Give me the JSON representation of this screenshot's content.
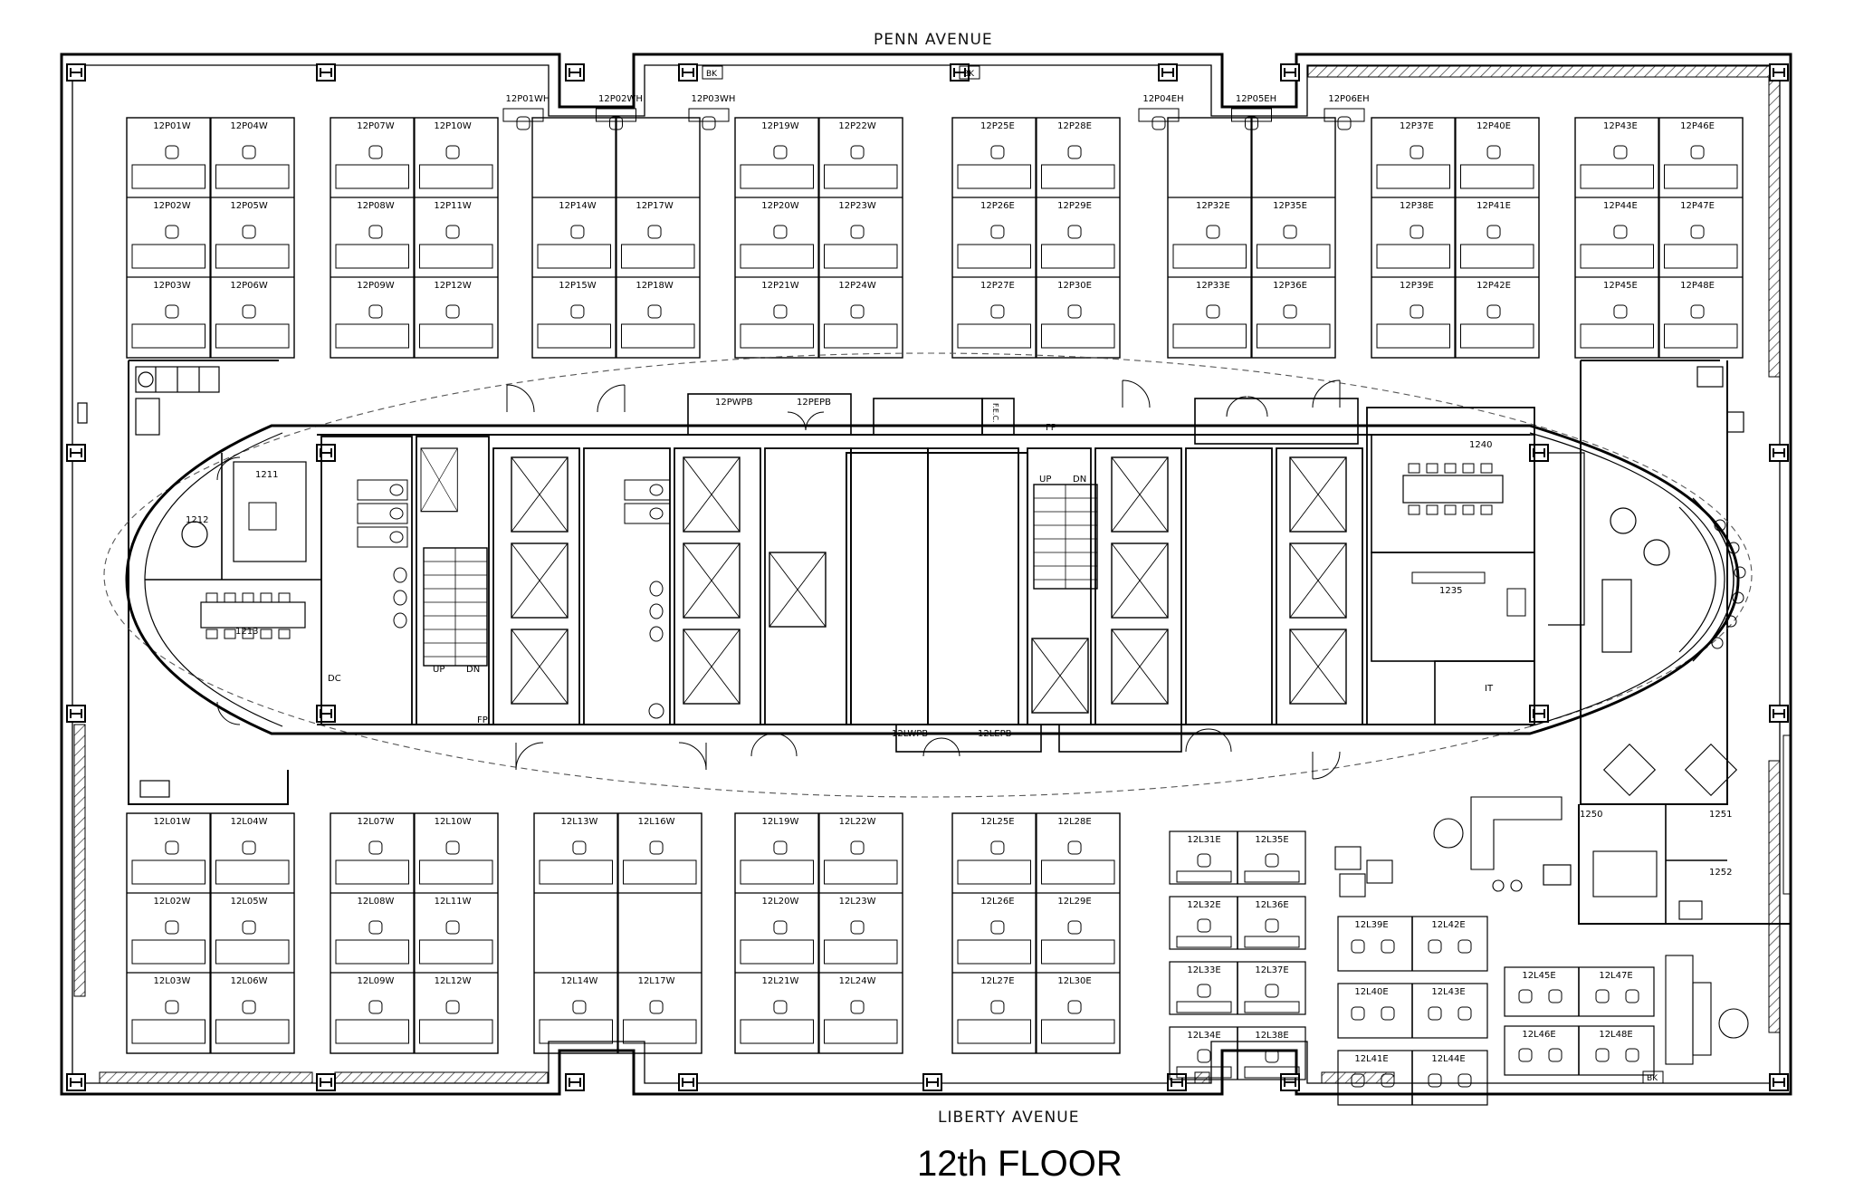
{
  "title": "12th FLOOR",
  "streets": {
    "north": "PENN AVENUE",
    "south": "LIBERTY AVENUE"
  },
  "north_clusters": [
    {
      "id": "c1",
      "top": [
        "12P01W",
        "12P04W"
      ],
      "mid": [
        "12P02W",
        "12P05W"
      ],
      "bot": [
        "12P03W",
        "12P06W"
      ]
    },
    {
      "id": "c2",
      "top": [
        "12P07W",
        "12P10W"
      ],
      "mid": [
        "12P08W",
        "12P11W"
      ],
      "bot": [
        "12P09W",
        "12P12W"
      ]
    },
    {
      "id": "c3",
      "head": [
        "12P01WH",
        "12P02WH",
        "12P03WH"
      ],
      "mid": [
        "12P14W",
        "12P17W"
      ],
      "bot": [
        "12P15W",
        "12P18W"
      ]
    },
    {
      "id": "c4",
      "top": [
        "12P19W",
        "12P22W"
      ],
      "mid": [
        "12P20W",
        "12P23W"
      ],
      "bot": [
        "12P21W",
        "12P24W"
      ]
    },
    {
      "id": "c5",
      "top": [
        "12P25E",
        "12P28E"
      ],
      "mid": [
        "12P26E",
        "12P29E"
      ],
      "bot": [
        "12P27E",
        "12P30E"
      ]
    },
    {
      "id": "c6",
      "head": [
        "12P04EH",
        "12P05EH",
        "12P06EH"
      ],
      "mid": [
        "12P32E",
        "12P35E"
      ],
      "bot": [
        "12P33E",
        "12P36E"
      ]
    },
    {
      "id": "c7",
      "top": [
        "12P37E",
        "12P40E"
      ],
      "mid": [
        "12P38E",
        "12P41E"
      ],
      "bot": [
        "12P39E",
        "12P42E"
      ]
    },
    {
      "id": "c8",
      "top": [
        "12P43E",
        "12P46E"
      ],
      "mid": [
        "12P44E",
        "12P47E"
      ],
      "bot": [
        "12P45E",
        "12P48E"
      ]
    }
  ],
  "south_clusters": [
    {
      "id": "s1",
      "top": [
        "12L01W",
        "12L04W"
      ],
      "mid": [
        "12L02W",
        "12L05W"
      ],
      "bot": [
        "12L03W",
        "12L06W"
      ]
    },
    {
      "id": "s2",
      "top": [
        "12L07W",
        "12L10W"
      ],
      "mid": [
        "12L08W",
        "12L11W"
      ],
      "bot": [
        "12L09W",
        "12L12W"
      ]
    },
    {
      "id": "s3",
      "top": [
        "12L13W",
        "12L16W"
      ],
      "mid": [],
      "bot": [
        "12L14W",
        "12L17W"
      ]
    },
    {
      "id": "s4",
      "top": [
        "12L19W",
        "12L22W"
      ],
      "mid": [
        "12L20W",
        "12L23W"
      ],
      "bot": [
        "12L21W",
        "12L24W"
      ]
    },
    {
      "id": "s5",
      "top": [
        "12L25E",
        "12L28E"
      ],
      "mid": [
        "12L26E",
        "12L29E"
      ],
      "bot": [
        "12L27E",
        "12L30E"
      ]
    }
  ],
  "open_rows": [
    {
      "labels": [
        "12L31E",
        "12L35E"
      ]
    },
    {
      "labels": [
        "12L32E",
        "12L36E"
      ]
    },
    {
      "labels": [
        "12L33E",
        "12L37E"
      ]
    },
    {
      "labels": [
        "12L34E",
        "12L38E"
      ]
    }
  ],
  "bench_a": [
    {
      "labels": [
        "12L39E",
        "12L42E"
      ]
    },
    {
      "labels": [
        "12L40E",
        "12L43E"
      ]
    },
    {
      "labels": [
        "12L41E",
        "12L44E"
      ]
    }
  ],
  "bench_b": [
    {
      "labels": [
        "12L45E",
        "12L47E"
      ]
    },
    {
      "labels": [
        "12L46E",
        "12L48E"
      ]
    }
  ],
  "rooms": {
    "r1211": "1211",
    "r1212": "1212",
    "r1213": "1213",
    "r1240": "1240",
    "r1235": "1235",
    "rIT": "IT",
    "r1250": "1250",
    "r1251": "1251",
    "r1252": "1252"
  },
  "core_labels": {
    "pwpb": "12PWPB",
    "pepb": "12PEPB",
    "lwpb": "12LWPB",
    "lepb": "12LEPB",
    "feg": "F.E.C.",
    "fp1": "FP",
    "fp2": "FP",
    "dc": "DC",
    "up1": "UP",
    "dn1": "DN",
    "up2": "UP",
    "dn2": "DN",
    "bk1": "BK",
    "bk2": "BK",
    "bk3": "BK"
  }
}
